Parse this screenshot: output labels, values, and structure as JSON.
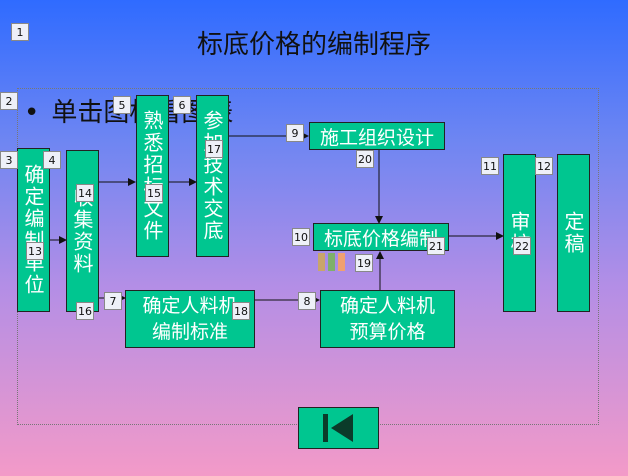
{
  "slide": {
    "title": "标底价格的编制程序",
    "bullet": "单击图标看图表"
  },
  "flow_boxes": {
    "confirm_unit": "确定编制单位",
    "collect_data": "收集资料",
    "familiar_docs": "熟悉招标文件",
    "ref_docs": "参加技术交底",
    "construction_design": "施工组织设计",
    "bid_price": "标底价格编制",
    "audit": "审核",
    "finalize": "定稿",
    "rmp_standard_line1": "确定人料机",
    "rmp_standard_line2": "编制标准",
    "rmp_budget_line1": "确定人料机",
    "rmp_budget_line2": "预算价格"
  },
  "markers": [
    "1",
    "2",
    "3",
    "4",
    "5",
    "6",
    "7",
    "8",
    "9",
    "10",
    "11",
    "12",
    "13",
    "14",
    "15",
    "16",
    "17",
    "18",
    "19",
    "20",
    "21",
    "22"
  ],
  "colors": {
    "box_fill": "#00c690",
    "mini_bar_1": "#c9a56b",
    "mini_bar_2": "#7fb06a",
    "mini_bar_3": "#f0a070"
  },
  "nav": {
    "icon": "skip-to-start-icon"
  }
}
